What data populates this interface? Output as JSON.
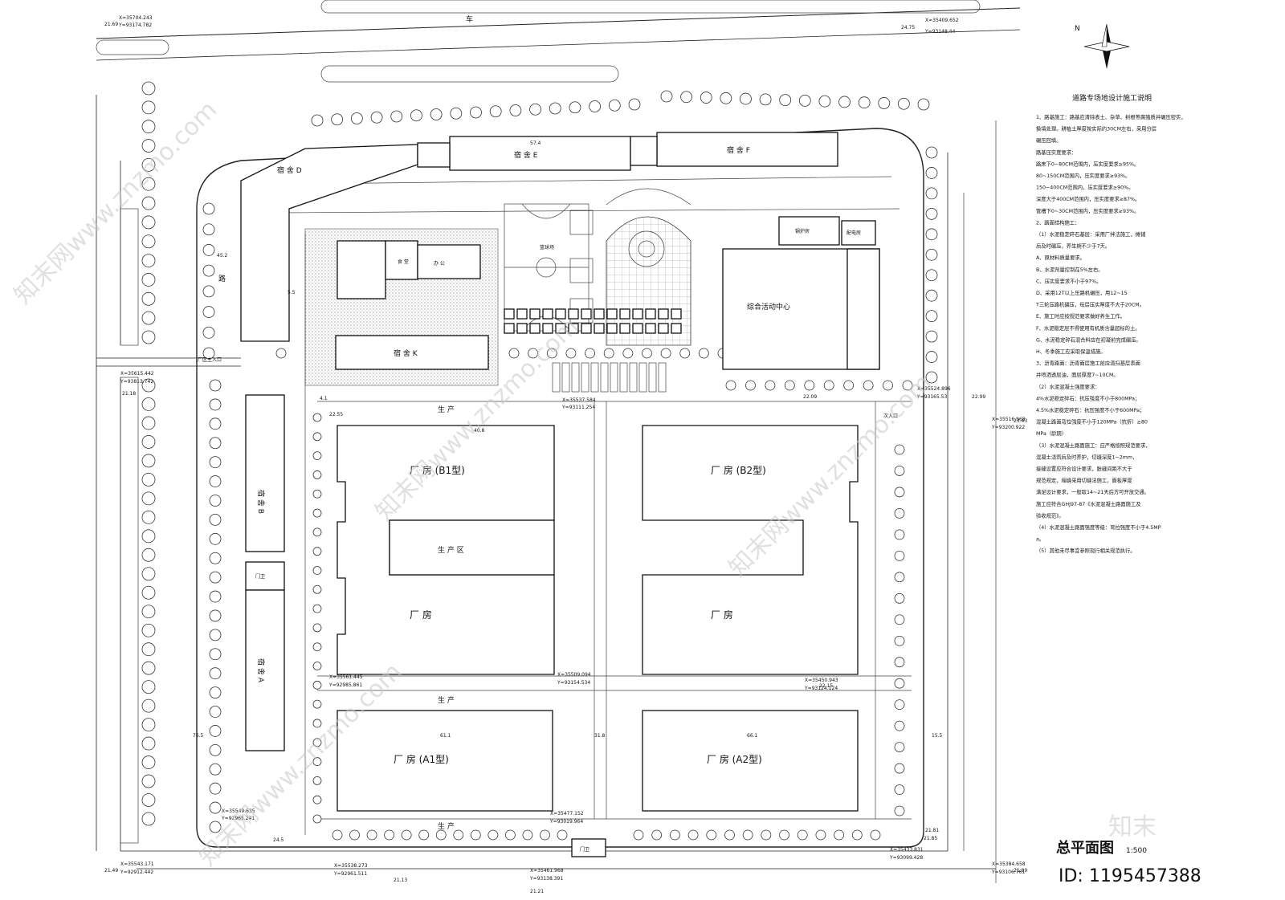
{
  "drawing_title": "总平面图",
  "drawing_scale": "1:500",
  "north_label": "N",
  "notes": {
    "title": "道路专场地设计施工说明",
    "lines": [
      "1、路基施工：路基应清除表土、杂草、树根等腐殖质并碾压密实，",
      "换填处理。耕植土厚度按实际约30CM左右，采用分层",
      "碾压回填。",
      "路基压实度要求：",
      "路床下0~80CM范围内，压实度要求≥95%。",
      "80~150CM范围内，压实度要求≥93%。",
      "150~400CM范围内，压实度要求≥90%。",
      "深度大于400CM范围内，压实度要求≥87%。",
      "管槽下0~30CM范围内，压实度要求≥93%。",
      "2、路面结构施工：",
      "（1）水泥稳定碎石基层：采用厂拌法施工，摊铺",
      "后及时碾压，养生期不少于7天。",
      "A、原材料质量要求。",
      "B、水泥剂量控制在5%左右。",
      "C、压实度要求不小于97%。",
      "D、采用12T以上压路机碾压，用12~15",
      "T三轮压路机碾压，每层压实厚度不大于20CM。",
      "E、施工时应按规范要求做好养生工作。",
      "F、水泥稳定层不得使用有机质含量超标的土。",
      "G、水泥稳定碎石混合料应在初凝前完成碾压。",
      "H、冬季施工应采取保温措施。",
      "3、沥青路面：沥青面层施工前应清扫基层表面",
      "并喷洒透层油，面层厚度7~10CM。",
      "（2）水泥混凝土强度要求：",
      "4%水泥稳定碎石：抗压强度不小于800MPa；",
      "4.5%水泥稳定碎石：抗压强度不小于600MPa；",
      "混凝土路面弯拉强度不小于120MPa（抗折）≥80",
      "MPa（龄期）",
      "（3）水泥混凝土路面施工：应严格按照规范要求，",
      "混凝土浇筑后及时养护，切缝深度1~2mm，",
      "接缝设置应符合设计要求，胀缝间距不大于",
      "规范规定，缩缝采用切缝法施工，面板厚度",
      "满足设计要求，一般取14~21天后方可开放交通。",
      "施工应符合GHJ97-87《水泥混凝土路面施工及",
      "验收规范》。",
      "（4）水泥混凝土路面强度等级：弯拉强度不小于4.5MP",
      "a。",
      "（5）其他未尽事宜参照现行相关规范执行。"
    ]
  },
  "buildings": {
    "b1": "厂    房    (B1型)",
    "b2": "厂    房    (B2型)",
    "a1": "厂    房    (A1型)",
    "a2": "厂    房    (A2型)",
    "f1": "厂          房",
    "f2": "厂          房",
    "production": "生     产     区",
    "dorm_d": "宿  舍 D",
    "dorm_e": "宿  舍 E",
    "dorm_f": "宿  舍 F",
    "dorm_k": "宿  舍 K",
    "dorm_b": "宿  舍 B",
    "dorm_a": "宿  舍 A",
    "canteen": "食  堂",
    "office": "办  公",
    "activity": "综合活动中心",
    "court": "篮球场",
    "gate_n": "门卫",
    "gate_w": "门卫",
    "road_top": "车",
    "road_mid1": "生          产",
    "road_mid2": "生          产",
    "road_bot": "生          产",
    "road_side": "路",
    "entrance_main": "厂区主入口",
    "entrance_side": "次入口",
    "boiler": "锅炉房",
    "substation": "配电房"
  },
  "coords": {
    "c1x": "X=35704.243",
    "c1y": "Y=93174.782",
    "c2x": "X=35409.652",
    "c2y": "Y=93148.44",
    "c3x": "X=35615.442",
    "c3y": "Y=93813.742",
    "c4x": "X=35537.584",
    "c4y": "Y=93111.254",
    "c5x": "X=35524.896",
    "c5y": "Y=93165.53",
    "c6x": "X=35516.968",
    "c6y": "Y=93200.922",
    "c7x": "X=35561.445",
    "c7y": "Y=92985.861",
    "c8x": "X=35509.094",
    "c8y": "Y=93154.534",
    "c9x": "X=35450.943",
    "c9y": "Y=93124.124",
    "c10x": "X=35549.635",
    "c10y": "Y=92965.241",
    "c11x": "X=35543.171",
    "c11y": "Y=92912.442",
    "c12x": "X=35538.273",
    "c12y": "Y=92961.511",
    "c13x": "X=35477.152",
    "c13y": "Y=93019.964",
    "c14x": "X=35461.968",
    "c14y": "Y=93138.391",
    "c15x": "X=35433.831",
    "c15y": "Y=93099.428",
    "c16x": "X=35384.658",
    "c16y": "Y=93106.761"
  },
  "elevations": [
    "21.69",
    "24.75",
    "21.18",
    "22.55",
    "22.09",
    "22.99",
    "22.15",
    "23.43",
    "21.49",
    "21.21",
    "21.85",
    "21.81",
    "21.89",
    "21.13"
  ],
  "dims": [
    "57.4",
    "61.1",
    "66.1",
    "40.8",
    "31.8",
    "45.2",
    "15.5",
    "24.5",
    "76.5",
    "4.1",
    "5.5"
  ],
  "watermarks": [
    "知末网www.znzmo.com",
    "知末",
    "ID: 1195457388"
  ],
  "colors": {
    "line": "#111111",
    "tree": "#333333",
    "hatch": "#888888"
  }
}
